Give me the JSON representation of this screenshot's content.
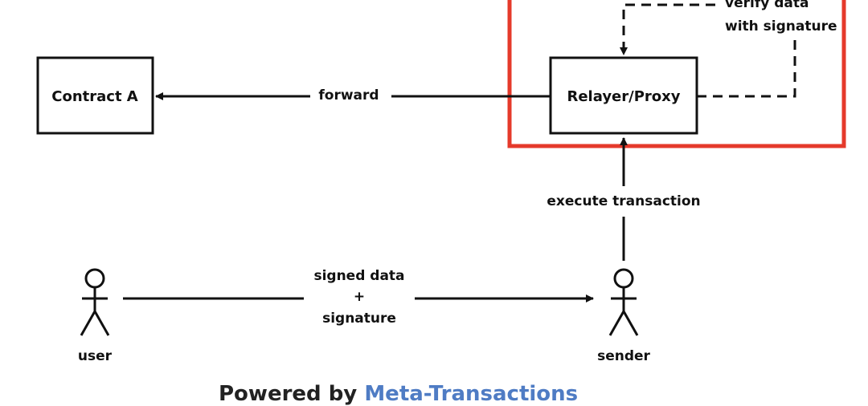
{
  "nodes": {
    "contract_a": "Contract A",
    "relayer": "Relayer/Proxy",
    "user": "user",
    "sender": "sender"
  },
  "edges": {
    "forward": "forward",
    "verify_line1": "verify data",
    "verify_line2": "with signature",
    "execute": "execute transaction",
    "signed_line1": "signed data",
    "signed_plus": "+",
    "signed_line2": "signature"
  },
  "footer": {
    "prefix": "Powered by",
    "link": "Meta-Transactions"
  },
  "colors": {
    "highlight": "#e53a2b",
    "stroke": "#111111",
    "link": "#4f7cc4"
  }
}
